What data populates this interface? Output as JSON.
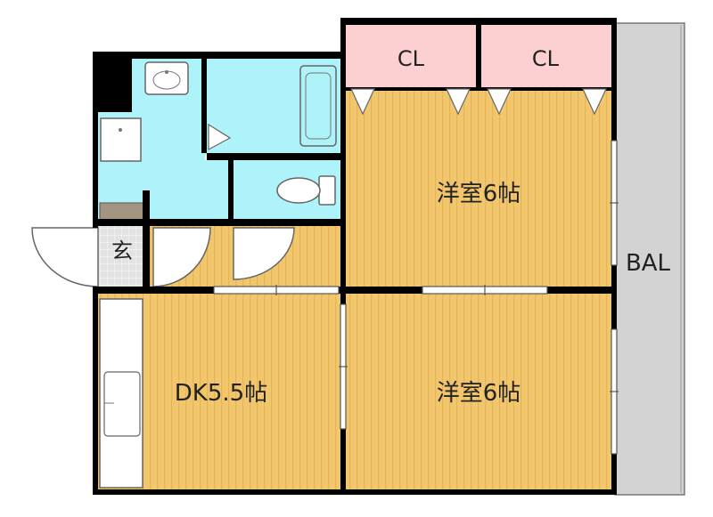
{
  "rooms": {
    "closet_left": "CL",
    "closet_right": "CL",
    "western_room_upper": "洋室6帖",
    "western_room_lower": "洋室6帖",
    "dining_kitchen": "DK5.5帖",
    "entrance": "玄",
    "balcony": "BAL"
  },
  "colors": {
    "floor_wood": "#f2c66d",
    "floor_wood_stripe": "#e8b658",
    "wet_area": "#aef2fa",
    "closet": "#fcd0d0",
    "balcony": "#d3d3d3",
    "entrance_tile": "#e3e3e3",
    "wall": "#000000"
  }
}
